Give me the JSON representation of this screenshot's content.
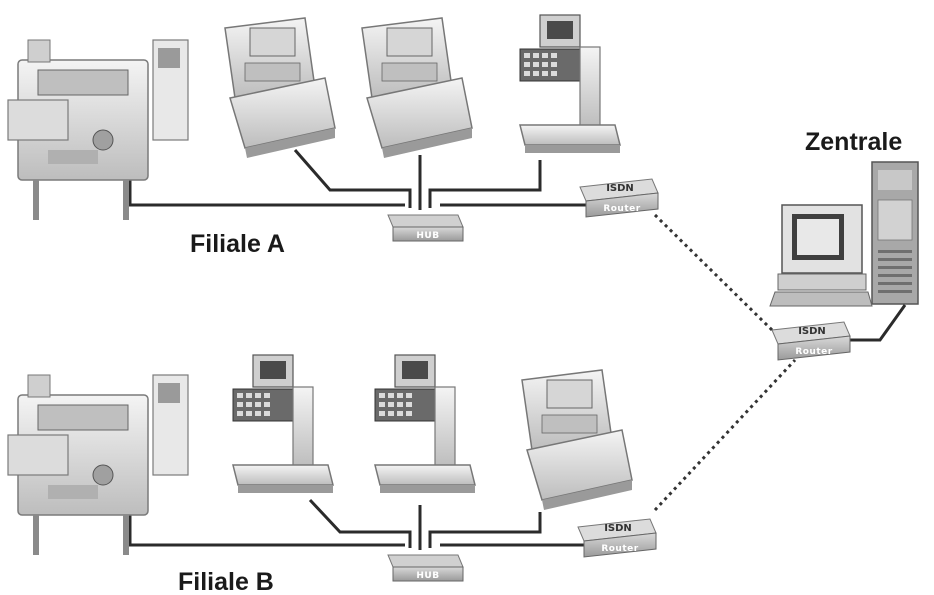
{
  "central": {
    "title": "Zentrale"
  },
  "branches": [
    {
      "title": "Filiale A"
    },
    {
      "title": "Filiale B"
    }
  ],
  "devices": {
    "hub_label": "HUB",
    "router_line1": "ISDN",
    "router_line2": "Router"
  },
  "colors": {
    "background": "#ffffff",
    "cable": "#2b2b2b",
    "device_light": "#e6e6e6",
    "device_dark": "#8a8a8a",
    "text": "#1a1a1a"
  }
}
